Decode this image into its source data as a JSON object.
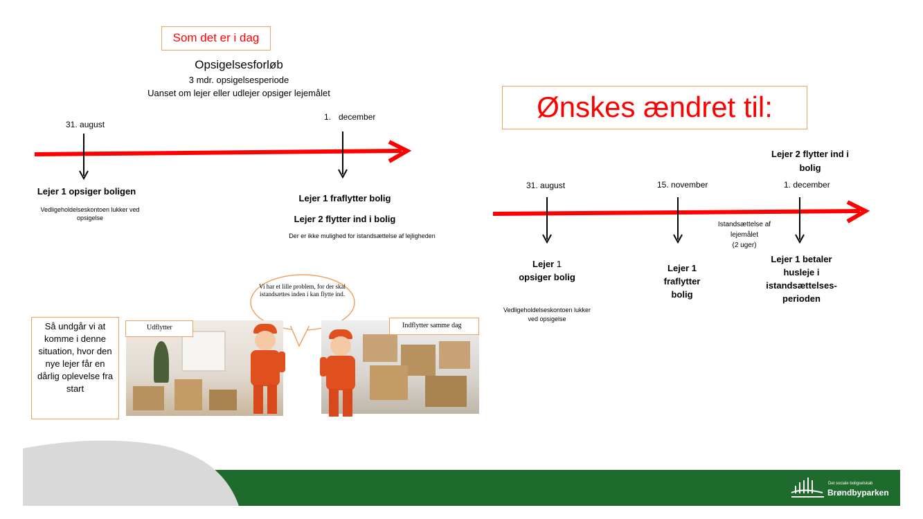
{
  "left": {
    "heading": "Som det er i dag",
    "title": "Opsigelsesforløb",
    "subtitle1": "3 mdr. opsigelsesperiode",
    "subtitle2": "Uanset om lejer eller udlejer opsiger lejemålet",
    "date1": "31. august",
    "date2_num": "1.",
    "date2_label": "december",
    "event1_title": "Lejer 1 opsiger boligen",
    "event1_note": "Vedligeholdelseskontoen lukker ved opsigelse",
    "event2_title1": "Lejer 1 fraflytter bolig",
    "event2_title2": "Lejer 2 flytter ind i bolig",
    "event2_note": "Der er ikke mulighed for istandsættelse af lejligheden"
  },
  "illustration": {
    "speech": "Vi har et lille problem, for der skal istandsættes inden i kan flytte ind.",
    "label_out": "Udflytter",
    "label_in": "Indflytter samme dag",
    "conclusion": "Så undgår vi at komme i denne situation, hvor den nye lejer får en dårlig oplevelse fra start"
  },
  "right": {
    "heading": "Ønskes ændret til:",
    "top_label": "Lejer 2 flytter ind i bolig",
    "date1": "31. august",
    "date2": "15. november",
    "date3": "1. december",
    "event1_title_bold": "Lejer",
    "event1_title_rest": " 1",
    "event1_title2": "opsiger bolig",
    "event1_note": "Vedligeholdelseskontoen lukker ved opsigelse",
    "event2_title": "Lejer 1 fraflytter bolig",
    "repair_note1": "Istandsættelse af lejemålet",
    "repair_note2": "(2 uger)",
    "event3_title": "Lejer 1 betaler husleje i istandsættelses-perioden"
  },
  "footer": {
    "logo_small": "Det sociale boligselskab",
    "logo_name": "Brøndbyparken"
  },
  "colors": {
    "timeline_red": "#ff0000",
    "box_border": "#f0a060",
    "footer_green": "#1f6b2e",
    "footer_grey": "#d9d9d9"
  }
}
